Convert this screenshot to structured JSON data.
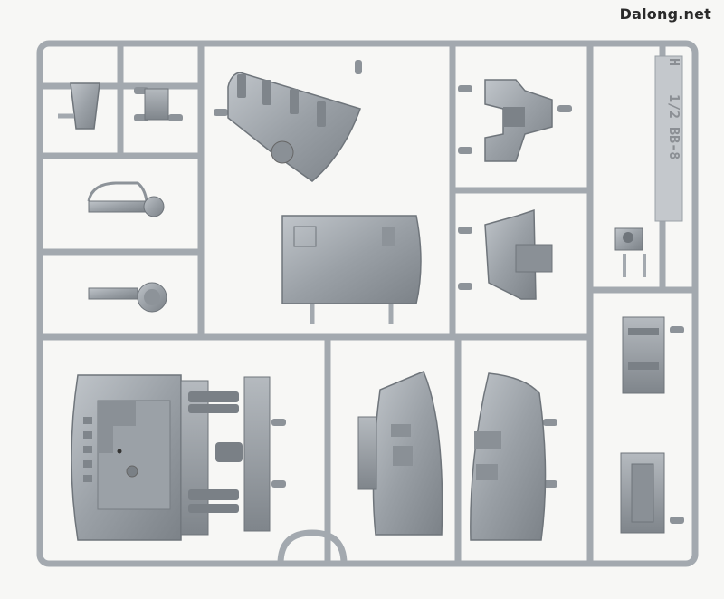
{
  "watermark": "Dalong.net",
  "colors": {
    "background": "#f7f7f5",
    "plastic": "#9aa0a6",
    "plastic_dark": "#6f757b",
    "plastic_light": "#c4c9ce"
  },
  "sprue": {
    "id_letter": "H",
    "scale_label": "1/2 BB-8"
  }
}
